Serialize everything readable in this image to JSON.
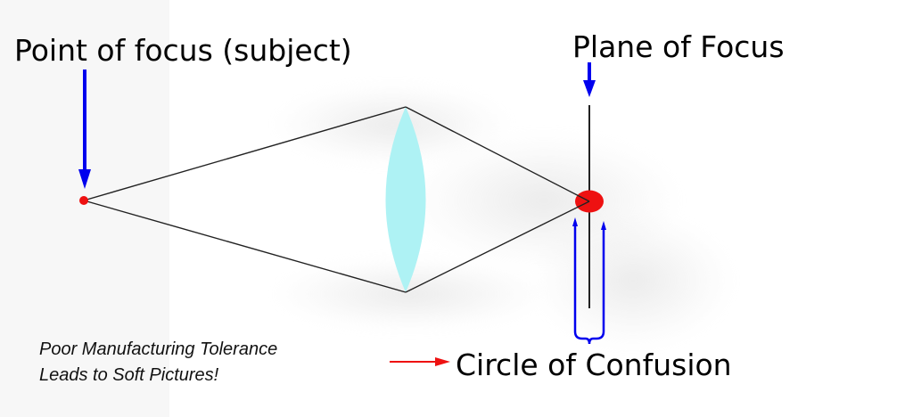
{
  "diagram": {
    "title": "Circle of Confusion diagram",
    "labels": {
      "subject": "Point of focus (subject)",
      "plane": "Plane of Focus",
      "circle_of_confusion": "Circle of Confusion"
    },
    "note": {
      "line1": "Poor Manufacturing Tolerance",
      "line2": "Leads to Soft Pictures!"
    },
    "colors": {
      "arrow_blue": "#0000ee",
      "point_red": "#ee1111",
      "lens_cyan": "#aef2f4",
      "ray_black": "#222222",
      "background_strip": "#f7f7f7"
    },
    "icons": {
      "subject_arrow": "arrow-down",
      "plane_arrow": "arrow-down",
      "note_arrow": "arrow-right",
      "coc_brace": "curly-brace-bottom"
    }
  }
}
